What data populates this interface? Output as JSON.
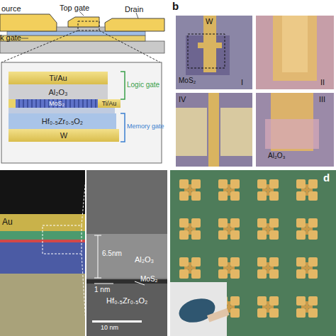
{
  "diagram": {
    "nodes": [
      {
        "text": [
          "Ti/Au"
        ]
      },
      {
        "text": [
          "Al₂O₃"
        ]
      },
      {
        "text": [
          "MoS₂"
        ]
      },
      {
        "text": [
          "Ti/Au"
        ]
      },
      {
        "text": [
          "Hf₀.₅Zr₀.₅O₂"
        ]
      },
      {
        "text": [
          "W"
        ]
      }
    ],
    "labels": [
      "ource",
      "Top gate",
      "Drain",
      "k gate",
      "Logic gate",
      "Memory gate",
      "b",
      "W",
      "MoS₂",
      "I",
      "II",
      "IV",
      "III",
      "Al₂O₃",
      "Au",
      "6.5nm",
      "Al₂O₃",
      "1 nm",
      "MoS₂",
      "Hf₀.₅Zr₀.₅O₂",
      "10 nm",
      "d"
    ]
  }
}
